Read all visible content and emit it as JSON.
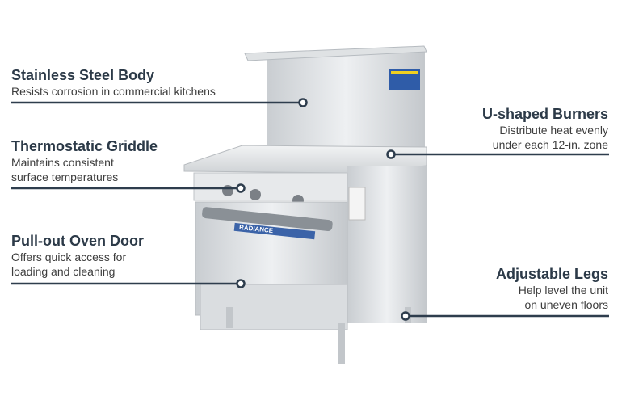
{
  "brand": "RADIANCE",
  "features": [
    {
      "title": "Stainless Steel Body",
      "lines": [
        "Resists corrosion in commercial kitchens"
      ]
    },
    {
      "title": "Thermostatic Griddle",
      "lines": [
        "Maintains consistent",
        "surface temperatures"
      ]
    },
    {
      "title": "Pull-out Oven Door",
      "lines": [
        "Offers quick access for",
        "loading and cleaning"
      ]
    },
    {
      "title": "U-shaped Burners",
      "lines": [
        "Distribute heat evenly",
        "under each 12-in. zone"
      ]
    },
    {
      "title": "Adjustable Legs",
      "lines": [
        "Help level the unit",
        "on uneven floors"
      ]
    }
  ],
  "colors": {
    "heading": "#2c3a48",
    "line": "#2e3d4d",
    "steel": "#d9dcdf",
    "accent": "#3b63a8"
  }
}
